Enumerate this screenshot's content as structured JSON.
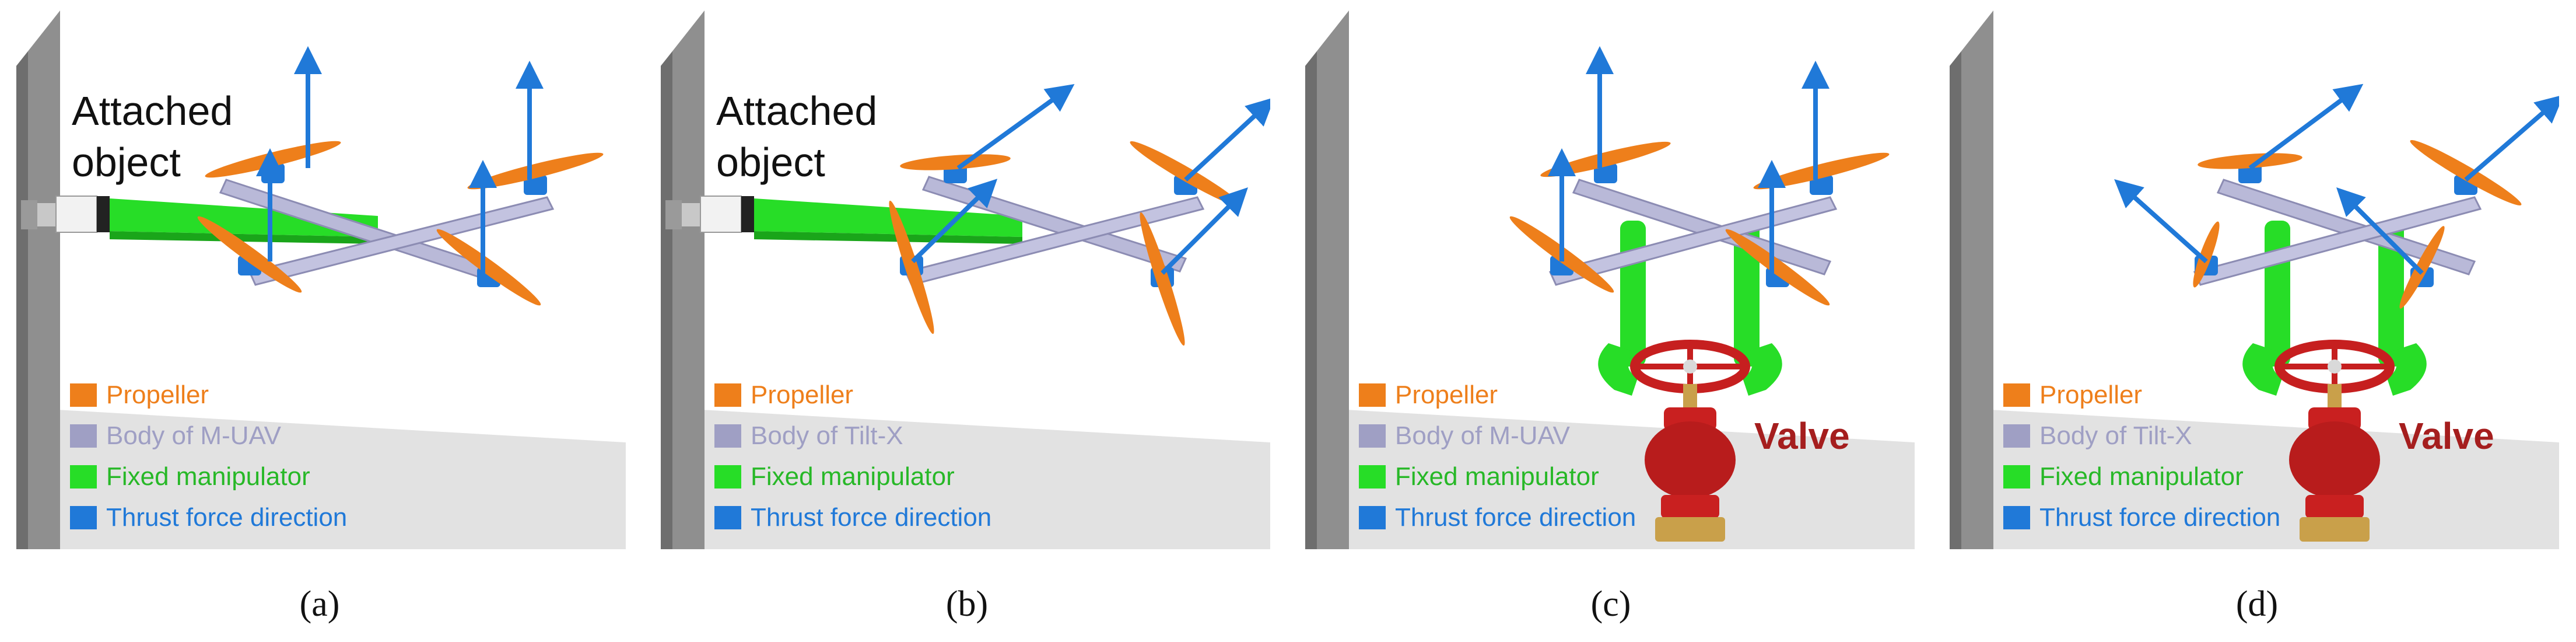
{
  "colors": {
    "propeller": "#ee7f1b",
    "body": "#9f9fc4",
    "manipulator": "#27dd27",
    "thrust": "#2079d8",
    "valve_label": "#a51e1e"
  },
  "panels": [
    {
      "caption": "(a)",
      "title_lines": [
        "Attached",
        "object"
      ],
      "legend": [
        {
          "label": "Propeller",
          "color_key": "propeller"
        },
        {
          "label": "Body of M-UAV",
          "color_key": "body"
        },
        {
          "label": "Fixed manipulator",
          "color_key": "manipulator"
        },
        {
          "label": "Thrust force direction",
          "color_key": "thrust"
        }
      ]
    },
    {
      "caption": "(b)",
      "title_lines": [
        "Attached",
        "object"
      ],
      "legend": [
        {
          "label": "Propeller",
          "color_key": "propeller"
        },
        {
          "label": "Body of Tilt-X",
          "color_key": "body"
        },
        {
          "label": "Fixed manipulator",
          "color_key": "manipulator"
        },
        {
          "label": "Thrust force direction",
          "color_key": "thrust"
        }
      ]
    },
    {
      "caption": "(c)",
      "valve_label": "Valve",
      "legend": [
        {
          "label": "Propeller",
          "color_key": "propeller"
        },
        {
          "label": "Body of M-UAV",
          "color_key": "body"
        },
        {
          "label": "Fixed manipulator",
          "color_key": "manipulator"
        },
        {
          "label": "Thrust force direction",
          "color_key": "thrust"
        }
      ]
    },
    {
      "caption": "(d)",
      "valve_label": "Valve",
      "legend": [
        {
          "label": "Propeller",
          "color_key": "propeller"
        },
        {
          "label": "Body of Tilt-X",
          "color_key": "body"
        },
        {
          "label": "Fixed manipulator",
          "color_key": "manipulator"
        },
        {
          "label": "Thrust force direction",
          "color_key": "thrust"
        }
      ]
    }
  ]
}
